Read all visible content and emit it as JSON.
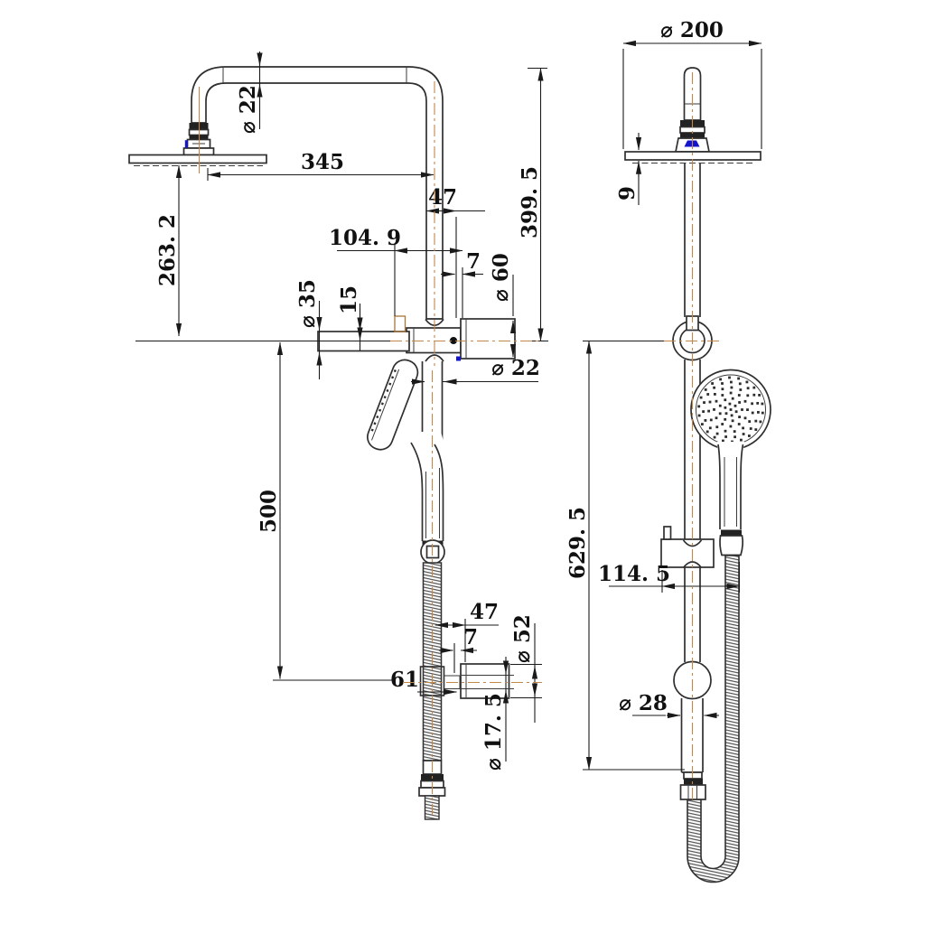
{
  "drawing": {
    "type": "technical-dimension-drawing",
    "subject": "twin shower column with rain head and hand shower",
    "colors": {
      "line": "#2f2f2f",
      "dimension": "#1a1a1a",
      "centerline": "#c1874b",
      "accent_blue": "#1414cc",
      "background": "#ffffff"
    },
    "views": {
      "front": {
        "label": "front-view",
        "dimensions": {
          "arm_diameter": "⌀ 22",
          "head_offset": "345",
          "upper_span": "47",
          "column_height": "399. 5",
          "head_drop": "263. 2",
          "holder_offset": "104. 9",
          "upper_gap": "7",
          "diverter_diameter": "⌀ 60",
          "holder_diameter": "⌀ 35",
          "holder_inset": "15",
          "pipe_diameter": "⌀ 22",
          "hose_drop": "500",
          "lower_span": "47",
          "lower_gap": "7",
          "outlet_offset": "61",
          "outlet_diameter": "⌀ 52",
          "outlet_bore": "⌀ 17. 5"
        }
      },
      "side": {
        "label": "side-view",
        "dimensions": {
          "head_diameter": "⌀ 200",
          "head_thickness": "9",
          "rail_height": "629. 5",
          "slider_reach": "114. 5",
          "bottom_diameter": "⌀ 28"
        }
      }
    }
  }
}
